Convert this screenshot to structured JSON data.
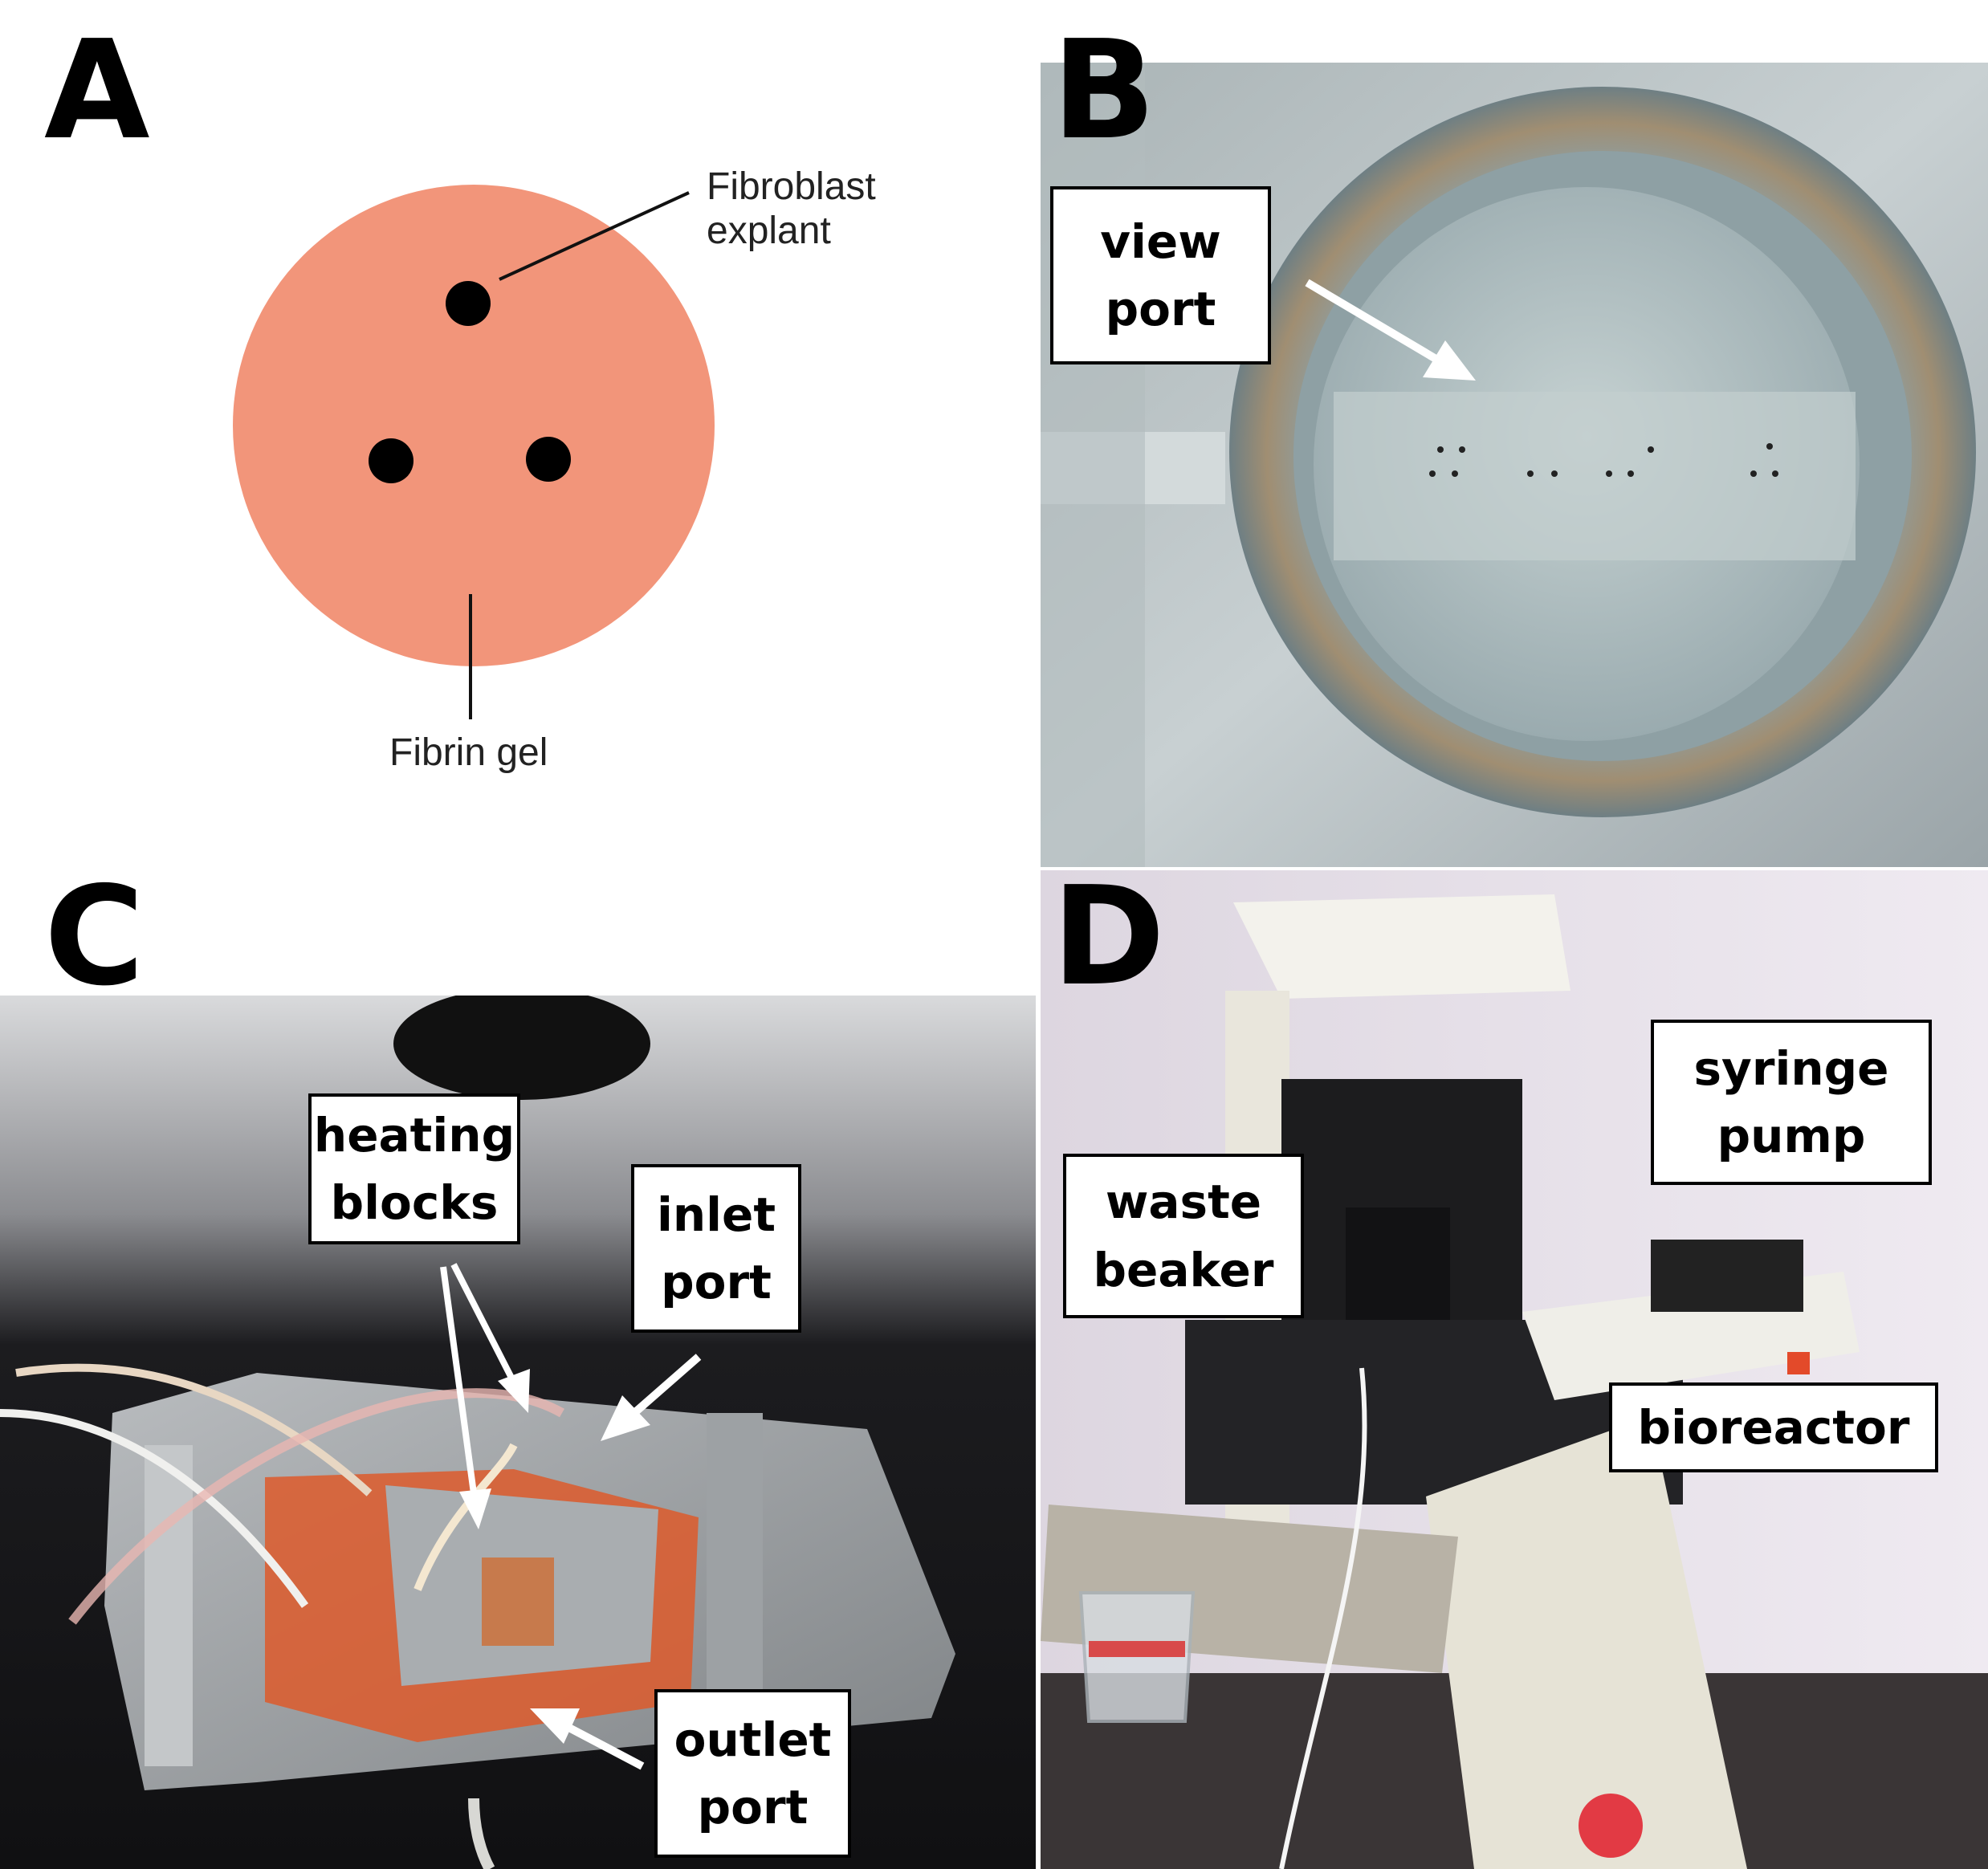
{
  "panels": {
    "a": {
      "letter": "A",
      "labels": {
        "fibroblast_line1": "Fibroblast",
        "fibroblast_line2": "explant",
        "fibrin": "Fibrin gel"
      },
      "colors": {
        "gel": "#f2957a",
        "explant": "#000000"
      }
    },
    "b": {
      "letter": "B",
      "callouts": {
        "view_line1": "view",
        "view_line2": "port"
      }
    },
    "c": {
      "letter": "C",
      "callouts": {
        "heating_line1": "heating",
        "heating_line2": "blocks",
        "inlet_line1": "inlet",
        "inlet_line2": "port",
        "outlet_line1": "outlet",
        "outlet_line2": "port"
      }
    },
    "d": {
      "letter": "D",
      "callouts": {
        "syringe_line1": "syringe",
        "syringe_line2": "pump",
        "waste_line1": "waste",
        "waste_line2": "beaker",
        "bioreactor": "bioreactor"
      }
    }
  }
}
